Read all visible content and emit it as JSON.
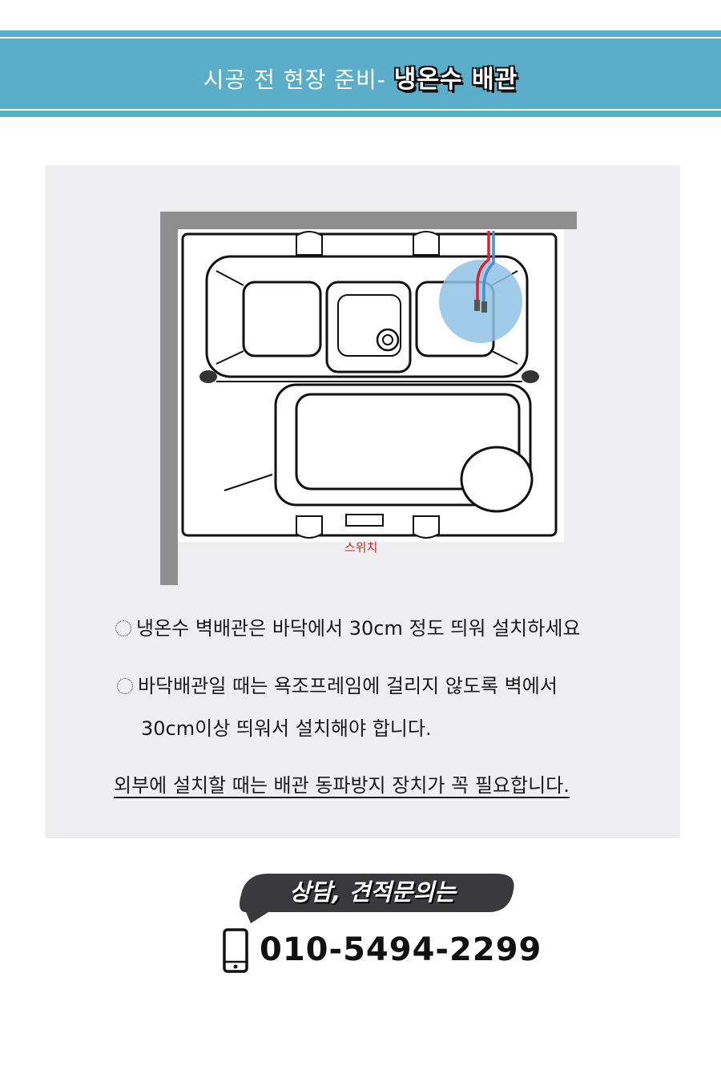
{
  "header": {
    "title_prefix": "시공 전 현장 준비- ",
    "title_highlight": "냉온수 배관",
    "background_color": "#5aaec9"
  },
  "diagram": {
    "switch_label": "스위치",
    "hot_pipe_color": "#e0202a",
    "cold_pipe_color": "#4a8fd6",
    "highlight_color": "#8fc3e6"
  },
  "notes": {
    "line1": "냉온수 벽배관은 바닥에서 30cm 정도 띄워 설치하세요",
    "line2a": "바닥배관일 때는 욕조프레임에 걸리지 않도록 벽에서",
    "line2b": "30cm이상 띄워서 설치해야 합니다.",
    "line3": "외부에 설치할 때는 배관 동파방지 장치가 꼭 필요합니다."
  },
  "contact": {
    "label": "상담, 견적문의는",
    "phone": "010-5494-2299"
  }
}
